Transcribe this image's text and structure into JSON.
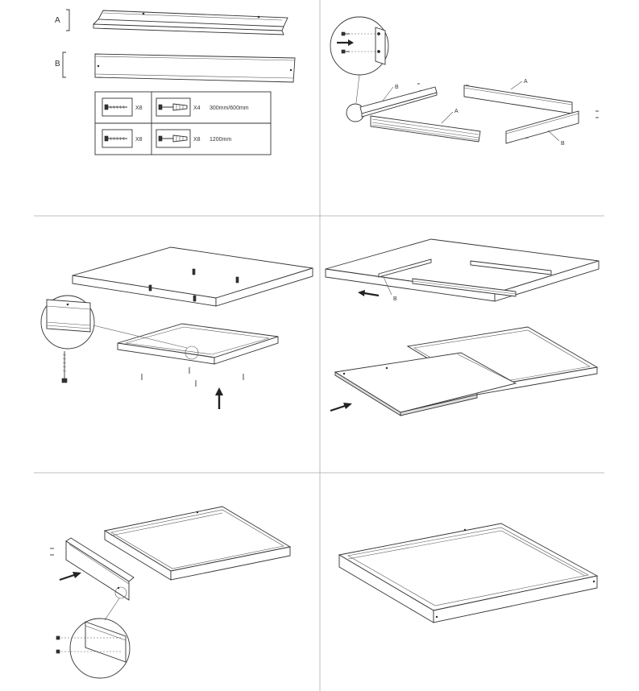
{
  "parts": {
    "part_a_label": "A",
    "part_b_label": "B"
  },
  "hardware": {
    "rows": [
      {
        "screw_qty": "X8",
        "anchor_qty": "X4",
        "size": "300mm/600mm"
      },
      {
        "screw_qty": "X8",
        "anchor_qty": "X8",
        "size": "1200mm"
      }
    ]
  },
  "step2": {
    "label_b1": "B",
    "label_a1": "A",
    "label_a2": "A",
    "label_b2": "B"
  },
  "step4": {
    "label_b": "B"
  },
  "colors": {
    "line": "#333333",
    "divider": "#aaaaaa",
    "background": "#ffffff"
  }
}
